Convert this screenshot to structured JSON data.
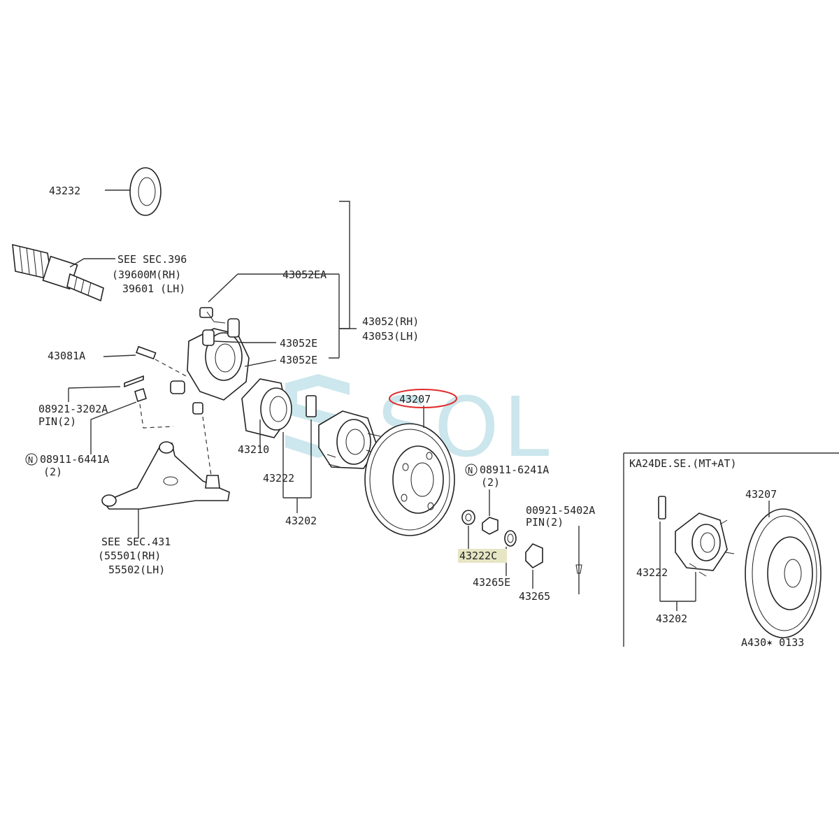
{
  "labels": {
    "see_sec_396": "SEE SEC.396",
    "p39600m": "(39600M(RH)",
    "p39601": "39601 (LH)",
    "p43052ea": "43052EA",
    "p43232": "43232",
    "p43052rh": "43052(RH)",
    "p43053lh": "43053(LH)",
    "p43081a": "43081A",
    "p43052e_1": "43052E",
    "p43052e_2": "43052E",
    "p08921": "08921-3202A",
    "pin2_a": "PIN(2)",
    "p43207": "43207",
    "p43210": "43210",
    "n08911_6441a": "08911-6441A",
    "qty2_a": "(2)",
    "n08911_6241a": "08911-6241A",
    "qty2_b": "(2)",
    "p43222_a": "43222",
    "p43202_a": "43202",
    "p00921": "00921-5402A",
    "pin2_b": "PIN(2)",
    "p43222c_num": "43222",
    "p43222c_suffix": "C",
    "see_sec_431": "SEE SEC.431",
    "p55501": "(55501(RH)",
    "p55502": "55502(LH)",
    "p43265e": "43265E",
    "p43265": "43265",
    "inset_title": "KA24DE.SE.(MT+AT)",
    "inset_43207": "43207",
    "inset_43222": "43222",
    "inset_43202": "43202",
    "ref_code": "A430✶ 0133"
  },
  "circled_marker": "N",
  "watermark": "SOL",
  "colors": {
    "highlight_oval": "#e02a2a",
    "highlight_box": "#e7e6c4",
    "watermark": "#8ec9d6"
  }
}
